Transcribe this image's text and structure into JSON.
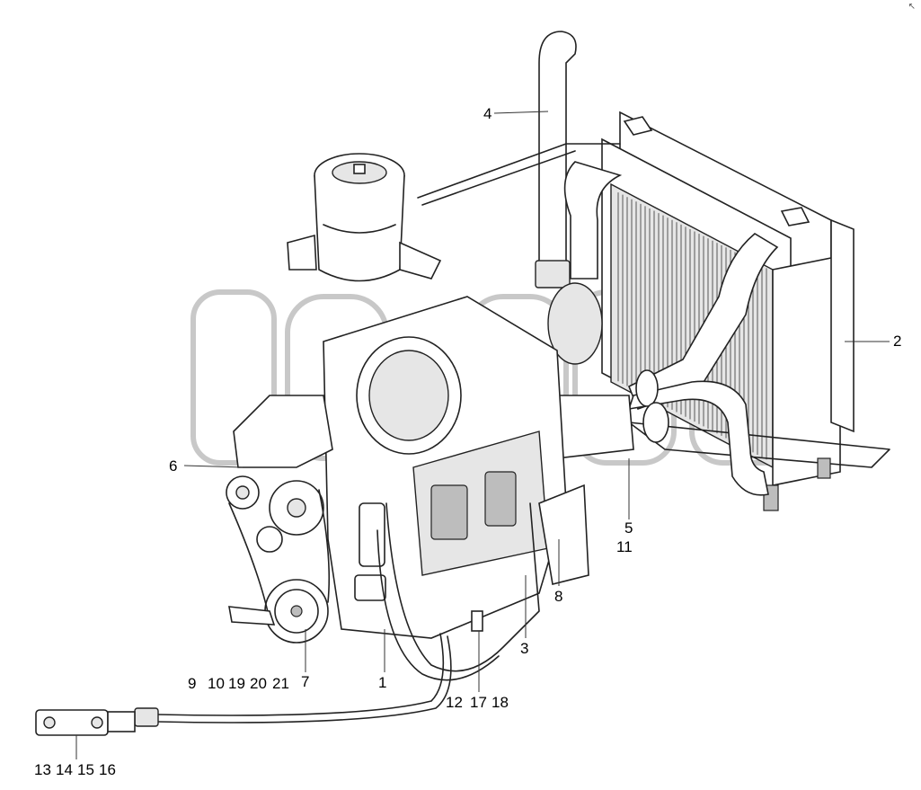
{
  "callouts": [
    {
      "id": "c1",
      "text": "1"
    },
    {
      "id": "c2",
      "text": "2"
    },
    {
      "id": "c3",
      "text": "3"
    },
    {
      "id": "c4",
      "text": "4"
    },
    {
      "id": "c5",
      "text": "5"
    },
    {
      "id": "c6",
      "text": "6"
    },
    {
      "id": "c7",
      "text": "7"
    },
    {
      "id": "c8",
      "text": "8"
    },
    {
      "id": "c9",
      "text": "9"
    },
    {
      "id": "c10",
      "text": "10"
    },
    {
      "id": "c11",
      "text": "11"
    },
    {
      "id": "c12",
      "text": "12"
    },
    {
      "id": "c13",
      "text": "13"
    },
    {
      "id": "c14",
      "text": "14"
    },
    {
      "id": "c15",
      "text": "15"
    },
    {
      "id": "c16",
      "text": "16"
    },
    {
      "id": "c17",
      "text": "17"
    },
    {
      "id": "c18",
      "text": "18"
    },
    {
      "id": "c19",
      "text": "19"
    },
    {
      "id": "c20",
      "text": "20"
    },
    {
      "id": "c21",
      "text": "21"
    }
  ],
  "corner_mark": "↖",
  "colors": {
    "line": "#222222",
    "shade": "#e6e6e6",
    "watermark": "#c8c8c8"
  }
}
